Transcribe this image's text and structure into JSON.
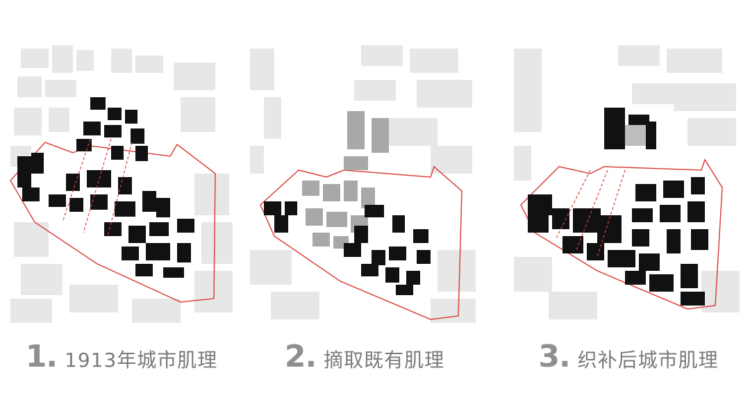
{
  "panels": [
    {
      "number": "1",
      "label": "1913年城市肌理"
    },
    {
      "number": "2",
      "label": "摘取既有肌理"
    },
    {
      "number": "3",
      "label": "织补后城市肌理"
    }
  ],
  "colors": {
    "boundary": "#d9403a",
    "building_black": "#111111",
    "building_gray": "#e6e6e6",
    "extracted_gray": "#a9a9a9",
    "caption_text": "#7a7a7a"
  }
}
